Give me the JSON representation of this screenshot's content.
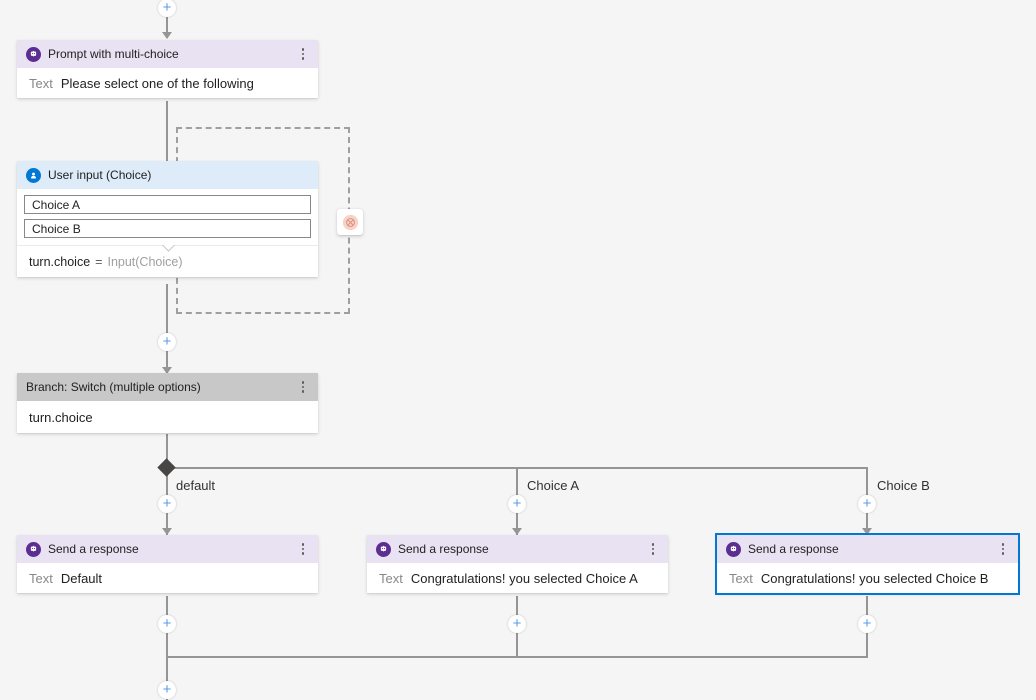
{
  "canvas": {
    "background": "#f5f5f5",
    "accent_selected": "#0078d4",
    "connector_color": "#979593",
    "plus_color": "#5a9bea"
  },
  "connectors": {
    "add_label": "+",
    "add_name": "add-node-button"
  },
  "nodes": {
    "prompt": {
      "title": "Prompt with multi-choice",
      "icon": "bot-message-icon",
      "header_color": "#e9e2f3",
      "body_key": "Text",
      "body_value": "Please select one of the following",
      "menu": "more-options-icon"
    },
    "user_input": {
      "title": "User input (Choice)",
      "icon": "user-person-icon",
      "header_color": "#deecf9",
      "choices": [
        "Choice A",
        "Choice B"
      ],
      "property": "turn.choice",
      "equals": "=",
      "source": "Input(Choice)",
      "interrupt_icon": "cancel-circle-icon",
      "interrupt_color": "#f7d2c8"
    },
    "branch": {
      "title": "Branch: Switch (multiple options)",
      "header_color": "#c8c8c8",
      "condition": "turn.choice",
      "menu": "more-options-icon"
    },
    "responses": [
      {
        "title": "Send a response",
        "icon": "bot-message-icon",
        "body_key": "Text",
        "body_value": "Default",
        "branch_label": "default",
        "selected": false,
        "menu": "more-options-icon"
      },
      {
        "title": "Send a response",
        "icon": "bot-message-icon",
        "body_key": "Text",
        "body_value": "Congratulations! you selected Choice A",
        "branch_label": "Choice A",
        "selected": false,
        "menu": "more-options-icon"
      },
      {
        "title": "Send a response",
        "icon": "bot-message-icon",
        "body_key": "Text",
        "body_value": "Congratulations! you selected Choice B",
        "branch_label": "Choice B",
        "selected": true,
        "menu": "more-options-icon"
      }
    ]
  }
}
